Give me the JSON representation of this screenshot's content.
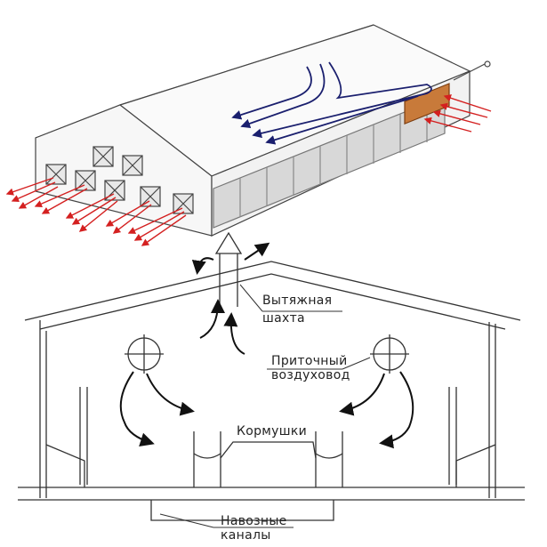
{
  "labels": {
    "exhaust_shaft_line1": "Вытяжная",
    "exhaust_shaft_line2": "шахта",
    "supply_duct_line1": "Приточный",
    "supply_duct_line2": "воздуховод",
    "feeders": "Кормушки",
    "manure_channels_line1": "Навозные",
    "manure_channels_line2": "каналы"
  },
  "colors": {
    "exhaust_arrows": "#d42020",
    "inflow_arrows": "#1a1f6e",
    "lines": "#333333"
  }
}
